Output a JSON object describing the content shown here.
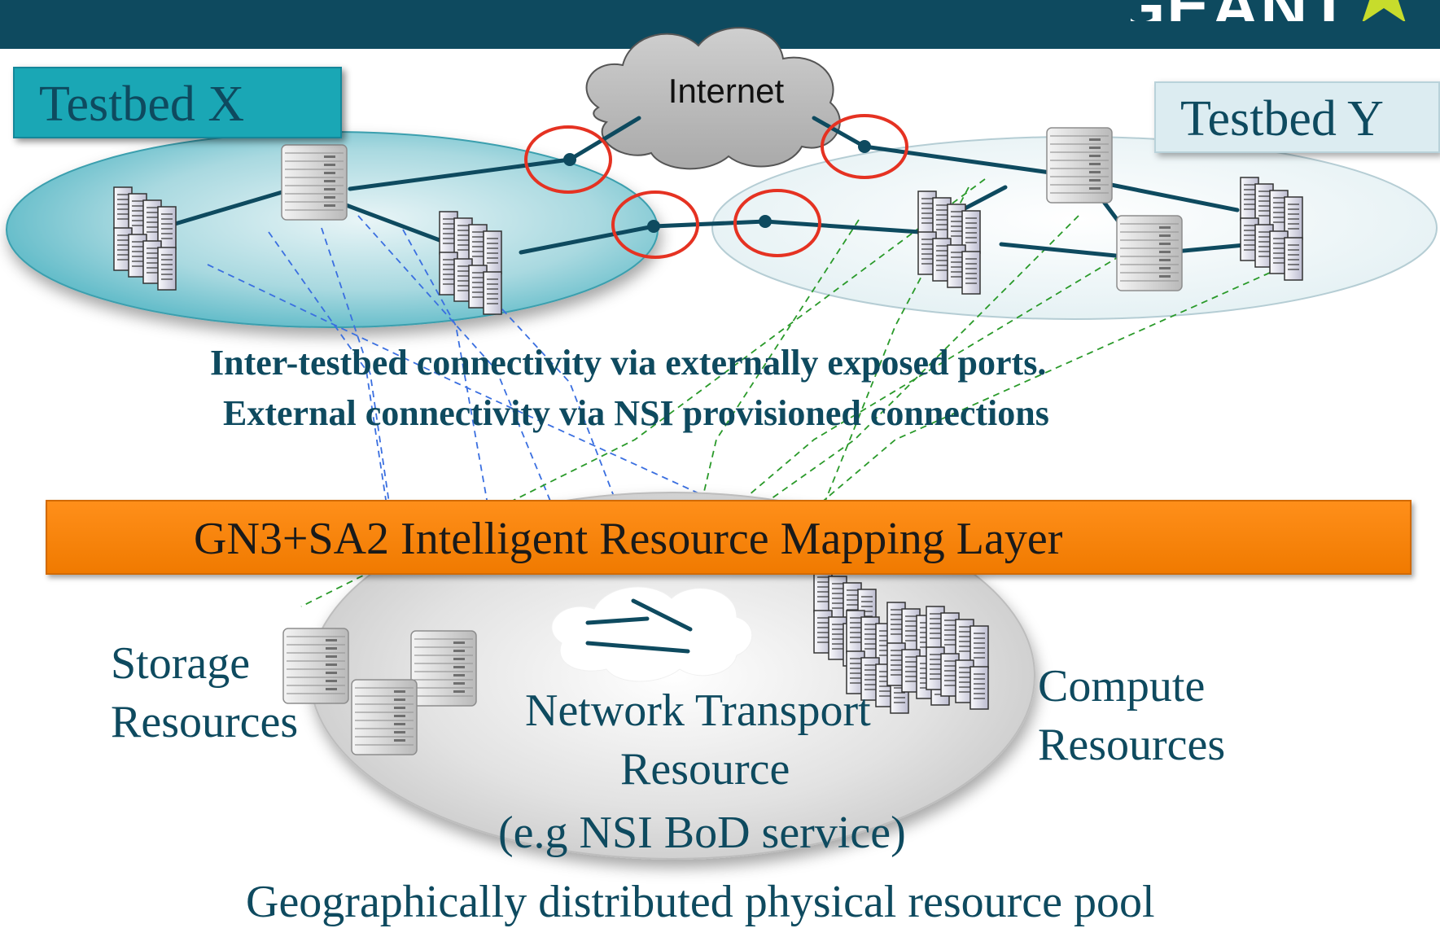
{
  "header": {
    "brand": "GÉANT"
  },
  "cloud": {
    "label": "Internet"
  },
  "testbeds": {
    "x": "Testbed X",
    "y": "Testbed Y"
  },
  "caption": {
    "line1": "Inter-testbed connectivity via externally exposed ports.",
    "line2": "External connectivity via NSI provisioned connections"
  },
  "mapping_layer": {
    "label": "GN3+SA2 Intelligent Resource Mapping Layer"
  },
  "resources": {
    "storage_line1": "Storage",
    "storage_line2": "Resources",
    "network_line1": "Network Transport",
    "network_line2": "Resource",
    "network_line3": "(e.g NSI BoD service)",
    "compute_line1": "Compute",
    "compute_line2": "Resources"
  },
  "pool": {
    "label": "Geographically distributed physical resource pool"
  },
  "colors": {
    "header": "#0e4a5f",
    "testbed_x": "#1aa7b5",
    "testbed_y": "#dcecf1",
    "mapping_layer": "#ff8a00",
    "highlight_ring": "#e53222",
    "link_blue": "#3a6fe0",
    "link_green": "#2a9a2a",
    "text": "#0e4a5f"
  },
  "icons": [
    "server-rack-icon",
    "storage-unit-icon",
    "internet-cloud-icon",
    "star-icon"
  ]
}
